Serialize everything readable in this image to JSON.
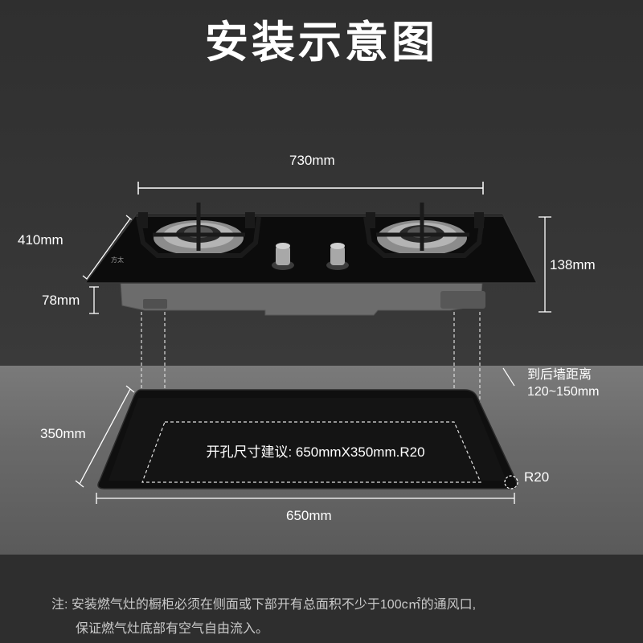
{
  "title": "安装示意图",
  "dimensions": {
    "width_top": "730mm",
    "depth_top": "410mm",
    "body_height": "78mm",
    "total_height": "138mm",
    "cutout_depth": "350mm",
    "cutout_width": "650mm",
    "corner_radius": "R20"
  },
  "hob_brand": "方太",
  "cutout_label": "开孔尺寸建议: 650mmX350mm.R20",
  "wall_distance": {
    "line1": "到后墙距离",
    "line2": "120~150mm"
  },
  "note": {
    "line1": "注: 安装燃气灶的橱柜必须在侧面或下部开有总面积不少于100c㎡的通风口,",
    "line2": "保证燃气灶底部有空气自由流入。"
  },
  "colors": {
    "glass": "#0c0c0c",
    "counter": "#6e6e6e",
    "background": "#2f2f2f"
  }
}
